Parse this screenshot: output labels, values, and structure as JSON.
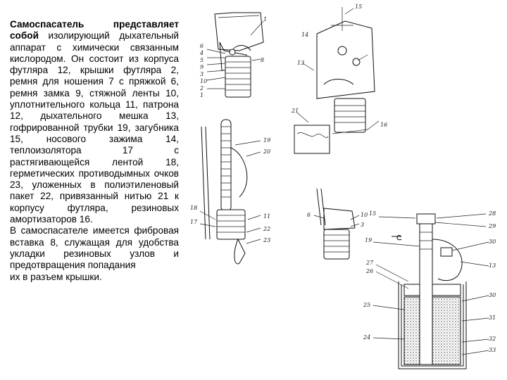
{
  "description": {
    "lead": "Самоспасатель представляет собой",
    "body": "изолирующий дыхательный аппарат с химически связанным кислородом. Он состоит из корпуса футляра 12, крышки футляра 2, ремня для ношения 7 с пряжкой 6, ремня замка 9, стяжной ленты 10, уплотнительного кольца 11, патрона 12, дыхательного мешка 13, гофрированной трубки 19, загубника 15, носового зажима 14, теплоизолятора 17 с растягивающейся лентой 18, герметических противодымных очков 23, уложенных в полиэтиленовый пакет 22, привязанный нитью 21 к корпусу футляра, резиновых амортизаторов 16.",
    "note": "В самоспасателе имеется фибровая вставка 8, служащая для удобства укладки резиновых узлов и предотвращения попадания",
    "note_end": "их в разъем крышки."
  },
  "figure_labels": {
    "top_left": [
      "1",
      "6",
      "4",
      "5",
      "9",
      "3",
      "8",
      "10",
      "2",
      "1"
    ],
    "top_right": [
      "15",
      "14",
      "13",
      "21",
      "16"
    ],
    "mid_left": [
      "19",
      "20",
      "18",
      "17",
      "11",
      "22",
      "23"
    ],
    "mid_small": [
      "6",
      "10",
      "3"
    ],
    "bottom_right": [
      "15",
      "28",
      "29",
      "19",
      "30",
      "27",
      "26",
      "13",
      "25",
      "30",
      "31",
      "24",
      "32",
      "33"
    ]
  }
}
